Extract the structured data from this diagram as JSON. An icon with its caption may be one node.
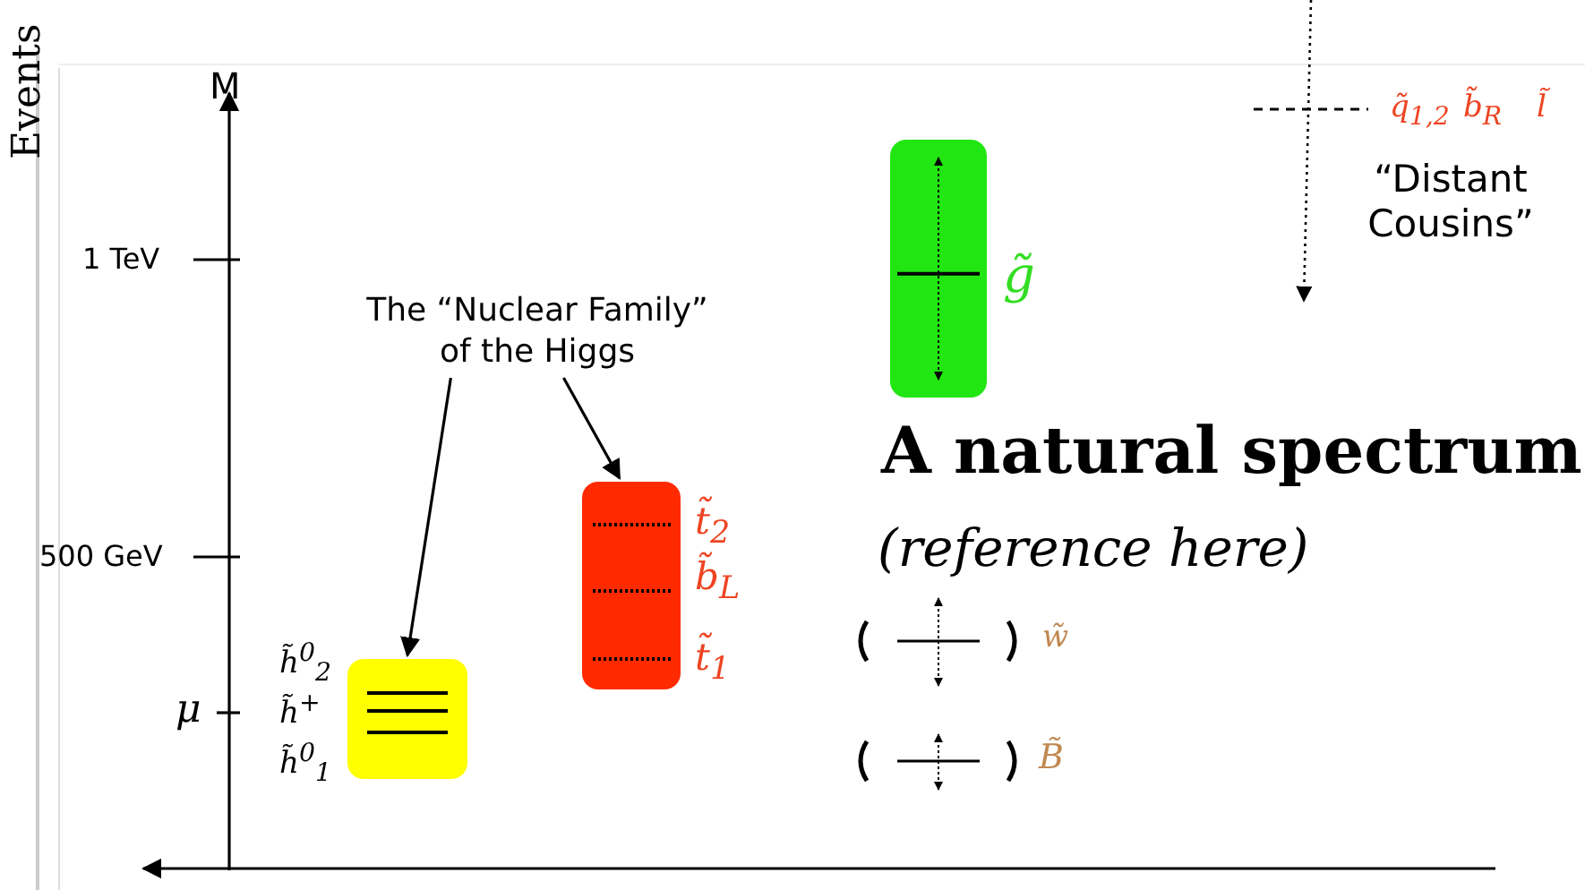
{
  "diagram": {
    "nodes": [
      {
        "text": [],
        "shape": "box",
        "beside": [
          "g̃"
        ]
      },
      {
        "text": [
          "The “Nuclear Family” of the Higgs"
        ]
      },
      {
        "text": [],
        "shape": "box",
        "beside": [
          "t̃$_{2}$",
          "b̃$_{L}$",
          "t̃$_{1}$"
        ]
      },
      {
        "text": [],
        "shape": "box",
        "beside": [
          "h̃$^{0}$$_{2}$",
          "h̃$^{+}$",
          "h̃$^{0}$$_{1}$"
        ]
      }
    ],
    "edges": [
      {
        "from": 1,
        "to": 3,
        "arrow": "to"
      },
      {
        "from": 1,
        "to": 2,
        "arrow": "to"
      }
    ],
    "labels": [
      "Events",
      "M",
      "q̃$_{1,2}$",
      "b̃$_{R}$",
      "l̃",
      "“Distant Cousins”",
      "1 TeV",
      "A natural spectrum",
      "500 GeV",
      "(reference here)",
      "w̃",
      "μ",
      "B̃"
    ]
  }
}
